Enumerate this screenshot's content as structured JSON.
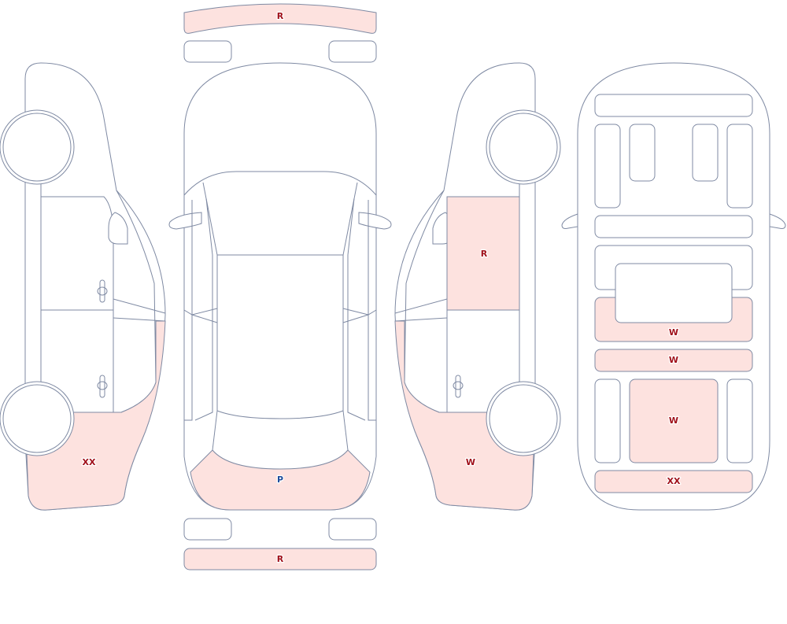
{
  "colors": {
    "outline": "#7f8aa3",
    "highlight_fill": "#fde2df",
    "damage_label": "#a0101a",
    "paint_label": "#1f4e9c"
  },
  "marks": {
    "roof_front_bumper": "R",
    "top_hood_front": "P",
    "top_rear_bumper": "R",
    "left_rear_quarter": "XX",
    "right_front_door": "R",
    "right_rear_quarter": "W",
    "underside_mid_1": "W",
    "underside_mid_2": "W",
    "underside_center": "W",
    "underside_rear": "XX"
  }
}
